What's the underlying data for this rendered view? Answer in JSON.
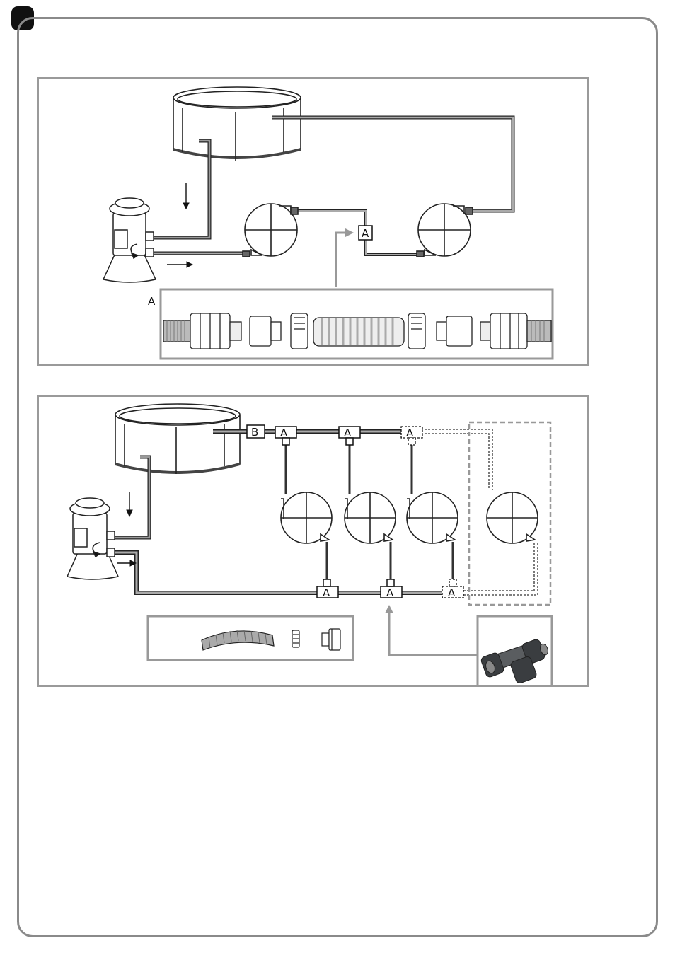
{
  "page": {
    "marker": ""
  },
  "panel1": {
    "box_label": "A",
    "callout_label": "A"
  },
  "panel2": {
    "label_b": "B",
    "label_a": "A"
  },
  "colors": {
    "frame": "#8a8a8a",
    "pipe": "#888888",
    "line": "#222222",
    "dark_part": "#3a3d40"
  }
}
